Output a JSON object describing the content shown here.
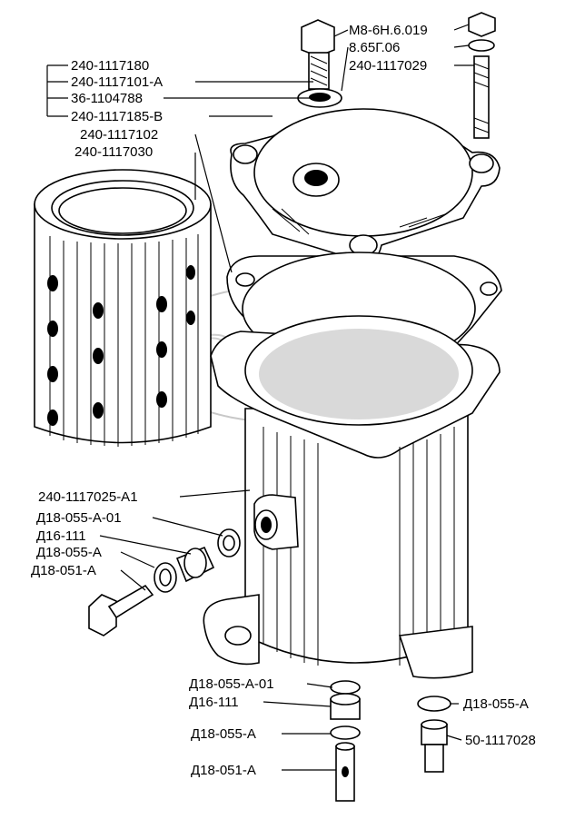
{
  "diagram": {
    "labels": {
      "bolt_m8": "М8-6Н.6.019",
      "washer_865": "8.65Г.06",
      "stud_1117029": "240-1117029",
      "part_1117180": "240-1117180",
      "part_1117101": "240-1117101-А",
      "part_1104788": "36-1104788",
      "part_1117185": "240-1117185-В",
      "gasket_1117102": "240-1117102",
      "filter_1117030": "240-1117030",
      "housing_1117025": "240-1117025-А1",
      "washer_top_left": "Д18-055-А-01",
      "ring_top_left": "Д16-111",
      "washer2_top_left": "Д18-055-А",
      "bolt_left": "Д18-051-А",
      "washer_bottom": "Д18-055-А-01",
      "ring_bottom": "Д16-111",
      "washer2_bottom": "Д18-055-А",
      "bolt_bottom": "Д18-051-А",
      "washer_right": "Д18-055-А",
      "plug_right": "50-1117028"
    }
  }
}
